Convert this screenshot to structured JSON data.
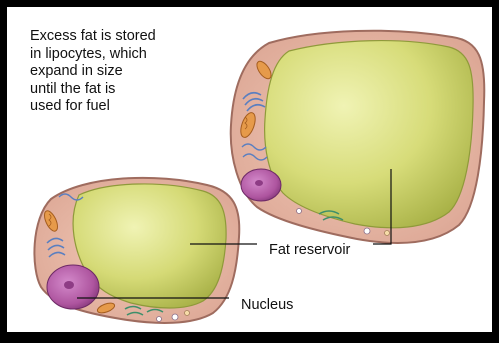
{
  "caption": "Excess fat is stored\nin lipocytes, which\nexpand in size\nuntil the fat is\nused for fuel",
  "labels": {
    "fat_reservoir": "Fat reservoir",
    "nucleus": "Nucleus"
  },
  "colors": {
    "cytoplasm": "#e8b6a4",
    "cell_membrane": "#b98577",
    "fat": "#d3d870",
    "fat_highlight": "#eef2a8",
    "nucleus": "#b25aa6",
    "mitochondria": "#e69a4a",
    "organelle_blue": "#5a7fc0",
    "organelle_green": "#3e8f6a"
  }
}
